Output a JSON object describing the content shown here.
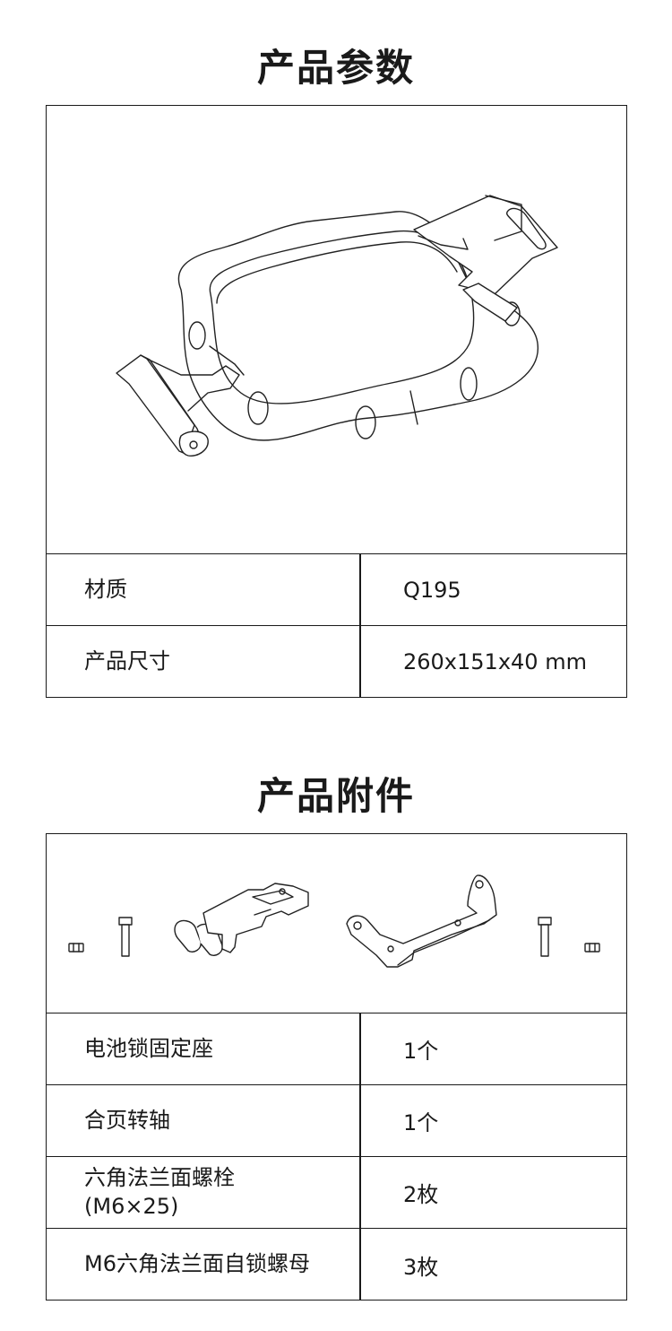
{
  "params": {
    "title": "产品参数",
    "rows": [
      {
        "label": "材质",
        "value": "Q195"
      },
      {
        "label": "产品尺寸",
        "value": "260x151x40 mm"
      }
    ]
  },
  "accessories": {
    "title": "产品附件",
    "rows": [
      {
        "label": "电池锁固定座",
        "value": "1个"
      },
      {
        "label": "合页转轴",
        "value": "1个"
      },
      {
        "label": "六角法兰面螺栓\n(M6×25)",
        "value": "2枚"
      },
      {
        "label": "M6六角法兰面自锁螺母",
        "value": "3枚"
      }
    ]
  }
}
